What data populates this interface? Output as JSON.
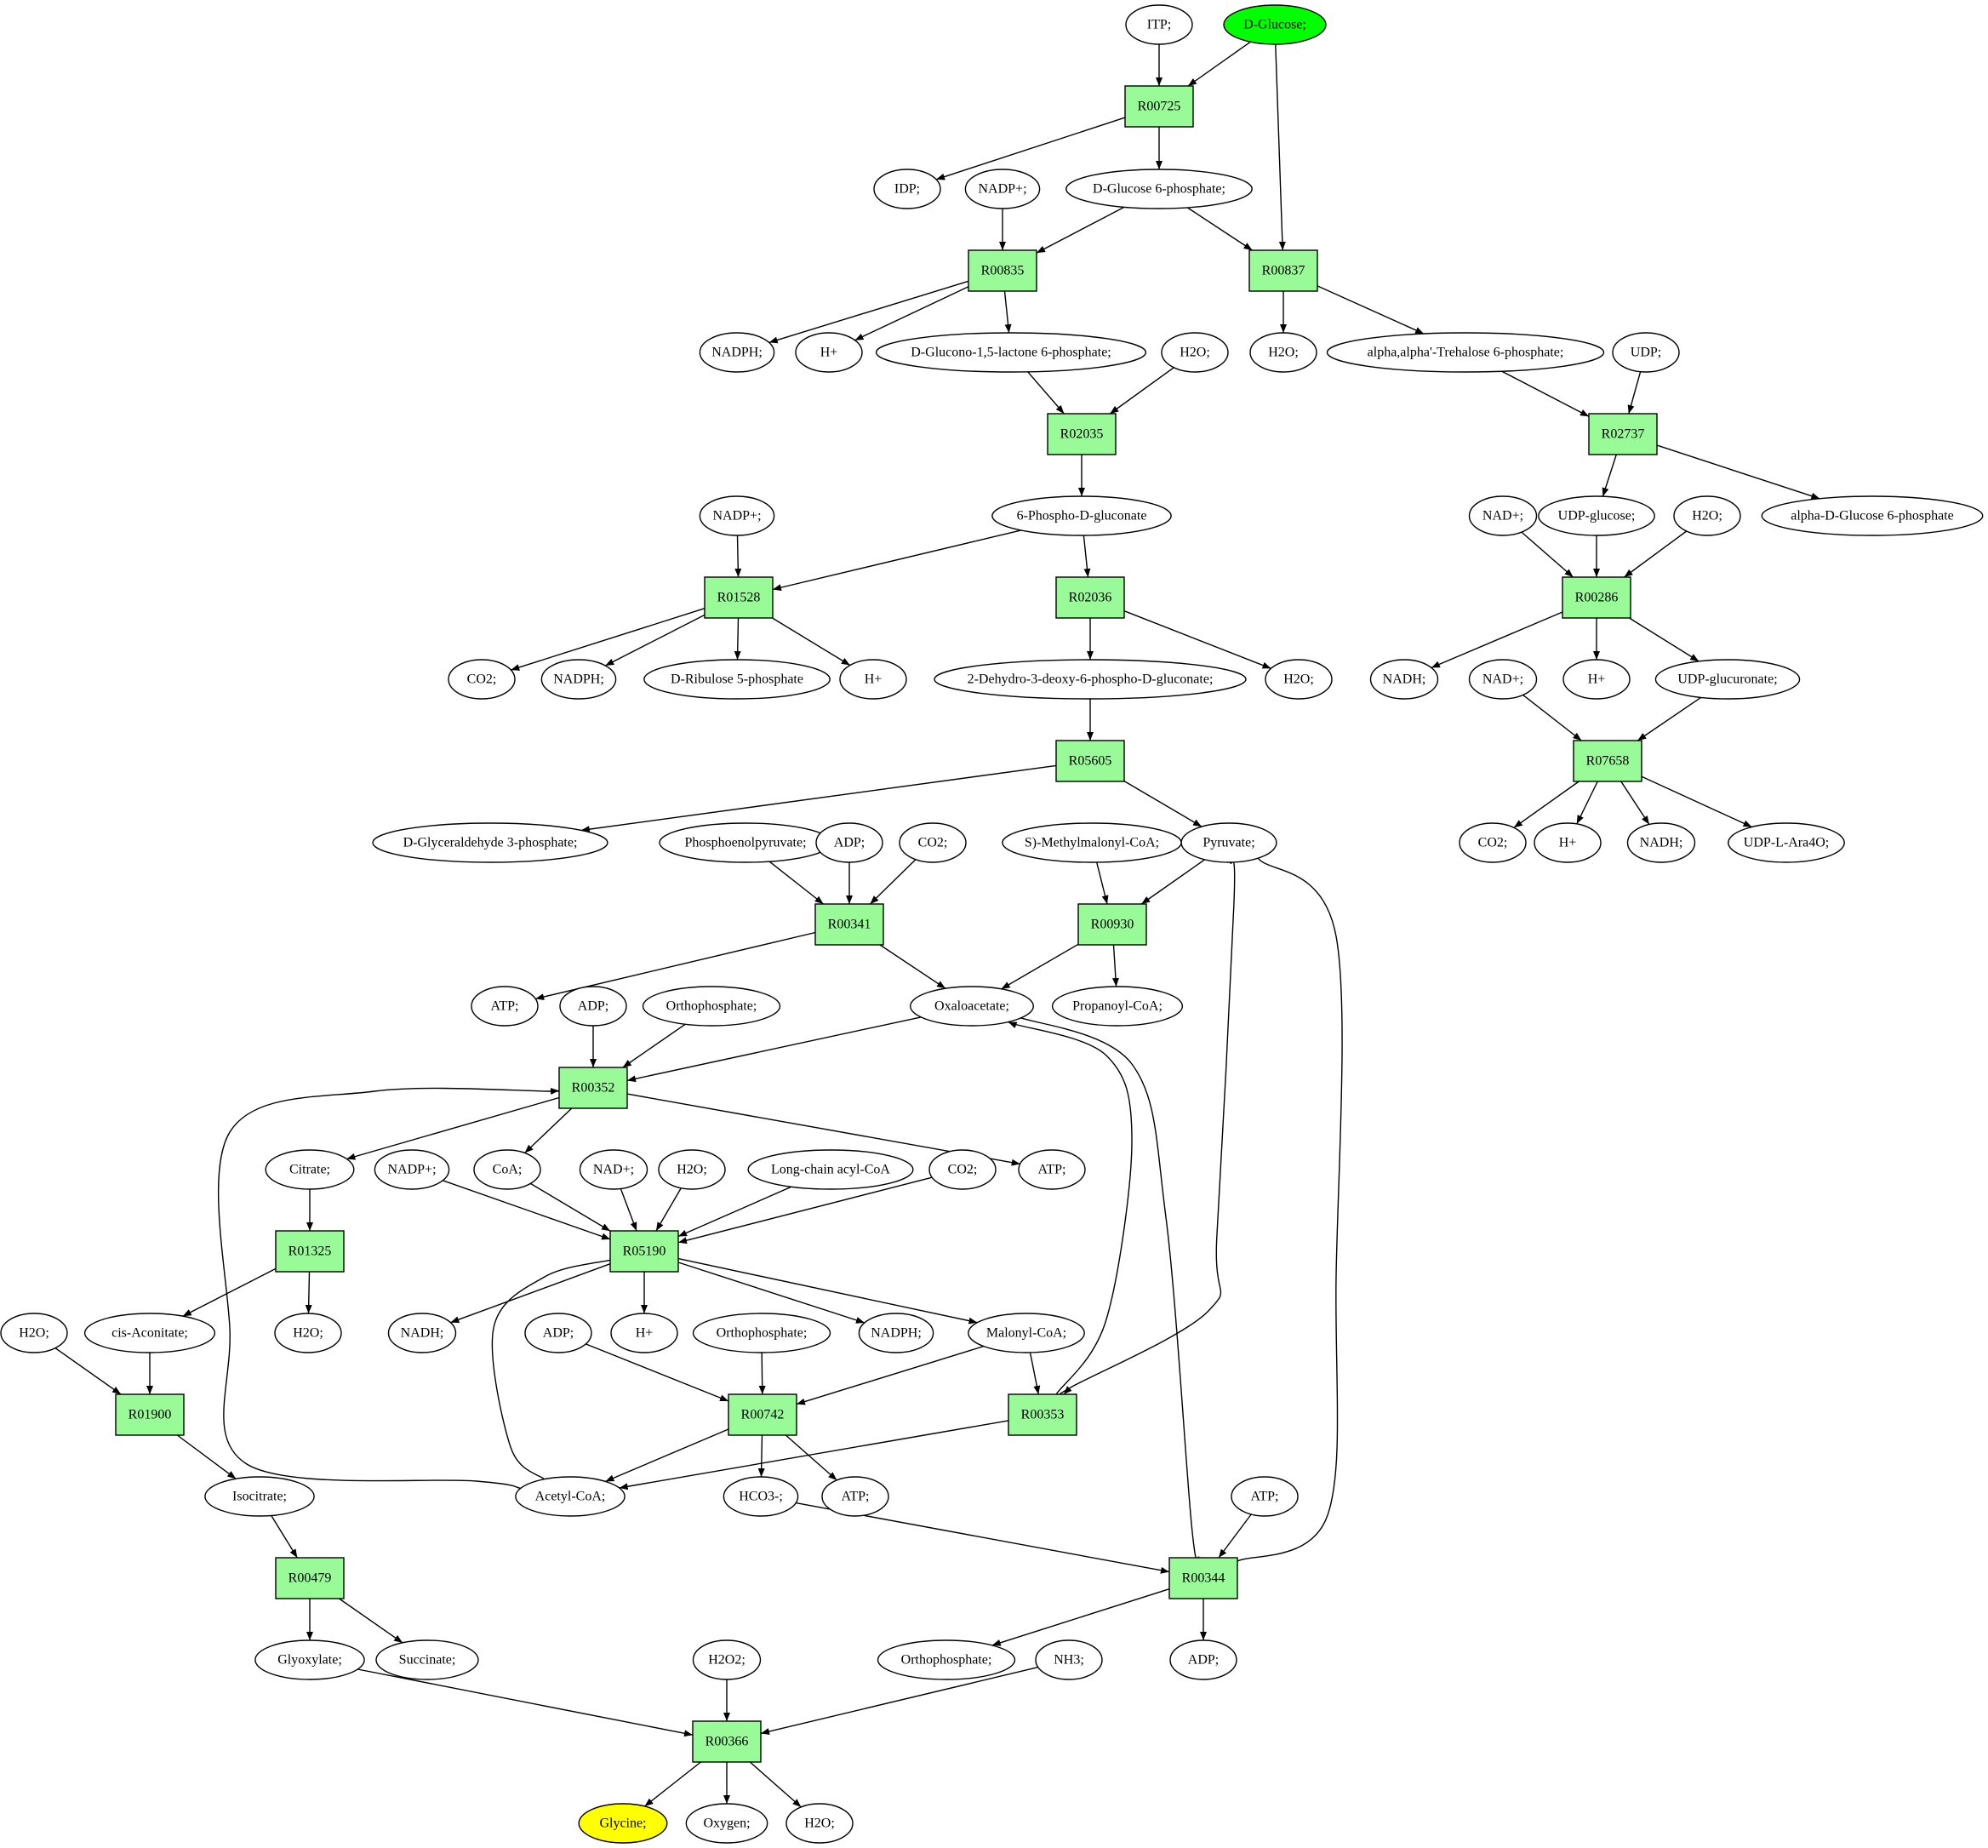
{
  "colors": {
    "reaction_fill": "#98fb98",
    "compound_fill": "#ffffff",
    "start_fill": "#00ff00",
    "target_fill": "#ffff00",
    "stroke": "#000000"
  },
  "nodes": [
    {
      "id": "itp",
      "label": "ITP;",
      "kind": "compound"
    },
    {
      "id": "dglucose",
      "label": "D-Glucose;",
      "kind": "start"
    },
    {
      "id": "R00725",
      "label": "R00725",
      "kind": "reaction"
    },
    {
      "id": "idp",
      "label": "IDP;",
      "kind": "compound"
    },
    {
      "id": "nadp1",
      "label": "NADP+;",
      "kind": "compound"
    },
    {
      "id": "g6p",
      "label": "D-Glucose 6-phosphate;",
      "kind": "compound"
    },
    {
      "id": "R00835",
      "label": "R00835",
      "kind": "reaction"
    },
    {
      "id": "R00837",
      "label": "R00837",
      "kind": "reaction"
    },
    {
      "id": "nadph1",
      "label": "NADPH;",
      "kind": "compound"
    },
    {
      "id": "hplus1",
      "label": "H+",
      "kind": "compound"
    },
    {
      "id": "glucono",
      "label": "D-Glucono-1,5-lactone 6-phosphate;",
      "kind": "compound"
    },
    {
      "id": "h2o1",
      "label": "H2O;",
      "kind": "compound"
    },
    {
      "id": "h2o2",
      "label": "H2O;",
      "kind": "compound"
    },
    {
      "id": "trehalose",
      "label": "alpha,alpha'-Trehalose 6-phosphate;",
      "kind": "compound"
    },
    {
      "id": "udp",
      "label": "UDP;",
      "kind": "compound"
    },
    {
      "id": "R02035",
      "label": "R02035",
      "kind": "reaction"
    },
    {
      "id": "R02737",
      "label": "R02737",
      "kind": "reaction"
    },
    {
      "id": "nadp2",
      "label": "NADP+;",
      "kind": "compound"
    },
    {
      "id": "pgluconate",
      "label": "6-Phospho-D-gluconate",
      "kind": "compound"
    },
    {
      "id": "nad1",
      "label": "NAD+;",
      "kind": "compound"
    },
    {
      "id": "udpglucose",
      "label": "UDP-glucose;",
      "kind": "compound"
    },
    {
      "id": "h2o3",
      "label": "H2O;",
      "kind": "compound"
    },
    {
      "id": "ag6p",
      "label": "alpha-D-Glucose 6-phosphate",
      "kind": "compound"
    },
    {
      "id": "R01528",
      "label": "R01528",
      "kind": "reaction"
    },
    {
      "id": "R02036",
      "label": "R02036",
      "kind": "reaction"
    },
    {
      "id": "R00286",
      "label": "R00286",
      "kind": "reaction"
    },
    {
      "id": "co2a",
      "label": "CO2;",
      "kind": "compound"
    },
    {
      "id": "nadph2",
      "label": "NADPH;",
      "kind": "compound"
    },
    {
      "id": "ribulose",
      "label": "D-Ribulose 5-phosphate",
      "kind": "compound"
    },
    {
      "id": "hplus2",
      "label": "H+",
      "kind": "compound"
    },
    {
      "id": "kdpg",
      "label": "2-Dehydro-3-deoxy-6-phospho-D-gluconate;",
      "kind": "compound"
    },
    {
      "id": "h2o4",
      "label": "H2O;",
      "kind": "compound"
    },
    {
      "id": "nadh1",
      "label": "NADH;",
      "kind": "compound"
    },
    {
      "id": "nad2",
      "label": "NAD+;",
      "kind": "compound"
    },
    {
      "id": "hplus3",
      "label": "H+",
      "kind": "compound"
    },
    {
      "id": "udpglucuronate",
      "label": "UDP-glucuronate;",
      "kind": "compound"
    },
    {
      "id": "R05605",
      "label": "R05605",
      "kind": "reaction"
    },
    {
      "id": "R07658",
      "label": "R07658",
      "kind": "reaction"
    },
    {
      "id": "gap",
      "label": "D-Glyceraldehyde 3-phosphate;",
      "kind": "compound"
    },
    {
      "id": "pep",
      "label": "Phosphoenolpyruvate;",
      "kind": "compound"
    },
    {
      "id": "adp1",
      "label": "ADP;",
      "kind": "compound"
    },
    {
      "id": "co2b",
      "label": "CO2;",
      "kind": "compound"
    },
    {
      "id": "smmcoa",
      "label": "S)-Methylmalonyl-CoA;",
      "kind": "compound"
    },
    {
      "id": "pyruvate",
      "label": "Pyruvate;",
      "kind": "compound"
    },
    {
      "id": "co2c",
      "label": "CO2;",
      "kind": "compound"
    },
    {
      "id": "hplus4",
      "label": "H+",
      "kind": "compound"
    },
    {
      "id": "nadh2",
      "label": "NADH;",
      "kind": "compound"
    },
    {
      "id": "udpara",
      "label": "UDP-L-Ara4O;",
      "kind": "compound"
    },
    {
      "id": "R00341",
      "label": "R00341",
      "kind": "reaction"
    },
    {
      "id": "R00930",
      "label": "R00930",
      "kind": "reaction"
    },
    {
      "id": "atp1",
      "label": "ATP;",
      "kind": "compound"
    },
    {
      "id": "adp2",
      "label": "ADP;",
      "kind": "compound"
    },
    {
      "id": "ortho1",
      "label": "Orthophosphate;",
      "kind": "compound"
    },
    {
      "id": "oxaloacetate",
      "label": "Oxaloacetate;",
      "kind": "compound"
    },
    {
      "id": "propanoyl",
      "label": "Propanoyl-CoA;",
      "kind": "compound"
    },
    {
      "id": "R00352",
      "label": "R00352",
      "kind": "reaction"
    },
    {
      "id": "citrate",
      "label": "Citrate;",
      "kind": "compound"
    },
    {
      "id": "nadp3",
      "label": "NADP+;",
      "kind": "compound"
    },
    {
      "id": "coa",
      "label": "CoA;",
      "kind": "compound"
    },
    {
      "id": "nad3",
      "label": "NAD+;",
      "kind": "compound"
    },
    {
      "id": "h2o5",
      "label": "H2O;",
      "kind": "compound"
    },
    {
      "id": "lcacoa",
      "label": "Long-chain acyl-CoA",
      "kind": "compound"
    },
    {
      "id": "co2d",
      "label": "CO2;",
      "kind": "compound"
    },
    {
      "id": "atp2",
      "label": "ATP;",
      "kind": "compound"
    },
    {
      "id": "R01325",
      "label": "R01325",
      "kind": "reaction"
    },
    {
      "id": "R05190",
      "label": "R05190",
      "kind": "reaction"
    },
    {
      "id": "h2o6",
      "label": "H2O;",
      "kind": "compound"
    },
    {
      "id": "cisaconitate",
      "label": "cis-Aconitate;",
      "kind": "compound"
    },
    {
      "id": "h2o7",
      "label": "H2O;",
      "kind": "compound"
    },
    {
      "id": "nadh3",
      "label": "NADH;",
      "kind": "compound"
    },
    {
      "id": "adp3",
      "label": "ADP;",
      "kind": "compound"
    },
    {
      "id": "hplus5",
      "label": "H+",
      "kind": "compound"
    },
    {
      "id": "ortho2",
      "label": "Orthophosphate;",
      "kind": "compound"
    },
    {
      "id": "nadph3",
      "label": "NADPH;",
      "kind": "compound"
    },
    {
      "id": "malonylcoa",
      "label": "Malonyl-CoA;",
      "kind": "compound"
    },
    {
      "id": "R01900",
      "label": "R01900",
      "kind": "reaction"
    },
    {
      "id": "R00742",
      "label": "R00742",
      "kind": "reaction"
    },
    {
      "id": "R00353",
      "label": "R00353",
      "kind": "reaction"
    },
    {
      "id": "isocitrate",
      "label": "Isocitrate;",
      "kind": "compound"
    },
    {
      "id": "acetylcoa",
      "label": "Acetyl-CoA;",
      "kind": "compound"
    },
    {
      "id": "hco3",
      "label": "HCO3-;",
      "kind": "compound"
    },
    {
      "id": "atp3",
      "label": "ATP;",
      "kind": "compound"
    },
    {
      "id": "atp4",
      "label": "ATP;",
      "kind": "compound"
    },
    {
      "id": "R00479",
      "label": "R00479",
      "kind": "reaction"
    },
    {
      "id": "R00344",
      "label": "R00344",
      "kind": "reaction"
    },
    {
      "id": "glyoxylate",
      "label": "Glyoxylate;",
      "kind": "compound"
    },
    {
      "id": "succinate",
      "label": "Succinate;",
      "kind": "compound"
    },
    {
      "id": "h2o2b",
      "label": "H2O2;",
      "kind": "compound"
    },
    {
      "id": "ortho3",
      "label": "Orthophosphate;",
      "kind": "compound"
    },
    {
      "id": "nh3",
      "label": "NH3;",
      "kind": "compound"
    },
    {
      "id": "adp4",
      "label": "ADP;",
      "kind": "compound"
    },
    {
      "id": "R00366",
      "label": "R00366",
      "kind": "reaction"
    },
    {
      "id": "glycine",
      "label": "Glycine;",
      "kind": "target"
    },
    {
      "id": "oxygen",
      "label": "Oxygen;",
      "kind": "compound"
    },
    {
      "id": "h2o8",
      "label": "H2O;",
      "kind": "compound"
    }
  ],
  "edges": [
    [
      "itp",
      "R00725"
    ],
    [
      "dglucose",
      "R00725"
    ],
    [
      "dglucose",
      "R00837"
    ],
    [
      "R00725",
      "idp"
    ],
    [
      "R00725",
      "g6p"
    ],
    [
      "nadp1",
      "R00835"
    ],
    [
      "g6p",
      "R00835"
    ],
    [
      "g6p",
      "R00837"
    ],
    [
      "R00835",
      "nadph1"
    ],
    [
      "R00835",
      "hplus1"
    ],
    [
      "R00835",
      "glucono"
    ],
    [
      "R00837",
      "h2o2"
    ],
    [
      "R00837",
      "trehalose"
    ],
    [
      "glucono",
      "R02035"
    ],
    [
      "h2o1",
      "R02035"
    ],
    [
      "trehalose",
      "R02737"
    ],
    [
      "udp",
      "R02737"
    ],
    [
      "R02035",
      "pgluconate"
    ],
    [
      "R02737",
      "udpglucose"
    ],
    [
      "R02737",
      "ag6p"
    ],
    [
      "nadp2",
      "R01528"
    ],
    [
      "pgluconate",
      "R01528"
    ],
    [
      "pgluconate",
      "R02036"
    ],
    [
      "nad1",
      "R00286"
    ],
    [
      "udpglucose",
      "R00286"
    ],
    [
      "h2o3",
      "R00286"
    ],
    [
      "R01528",
      "co2a"
    ],
    [
      "R01528",
      "nadph2"
    ],
    [
      "R01528",
      "ribulose"
    ],
    [
      "R01528",
      "hplus2"
    ],
    [
      "R02036",
      "kdpg"
    ],
    [
      "R02036",
      "h2o4"
    ],
    [
      "R00286",
      "nadh1"
    ],
    [
      "R00286",
      "hplus3"
    ],
    [
      "R00286",
      "udpglucuronate"
    ],
    [
      "kdpg",
      "R05605"
    ],
    [
      "nad2",
      "R07658"
    ],
    [
      "udpglucuronate",
      "R07658"
    ],
    [
      "R05605",
      "gap"
    ],
    [
      "R05605",
      "pyruvate"
    ],
    [
      "R07658",
      "co2c"
    ],
    [
      "R07658",
      "hplus4"
    ],
    [
      "R07658",
      "nadh2"
    ],
    [
      "R07658",
      "udpara"
    ],
    [
      "pep",
      "R00341"
    ],
    [
      "adp1",
      "R00341"
    ],
    [
      "co2b",
      "R00341"
    ],
    [
      "smmcoa",
      "R00930"
    ],
    [
      "pyruvate",
      "R00930"
    ],
    [
      "R00341",
      "atp1"
    ],
    [
      "R00341",
      "oxaloacetate"
    ],
    [
      "R00930",
      "oxaloacetate"
    ],
    [
      "R00930",
      "propanoyl"
    ],
    [
      "adp2",
      "R00352"
    ],
    [
      "ortho1",
      "R00352"
    ],
    [
      "oxaloacetate",
      "R00352"
    ],
    [
      "R00352",
      "citrate"
    ],
    [
      "R00352",
      "coa"
    ],
    [
      "R00352",
      "atp2"
    ],
    [
      "citrate",
      "R01325"
    ],
    [
      "nadp3",
      "R05190"
    ],
    [
      "coa",
      "R05190"
    ],
    [
      "nad3",
      "R05190"
    ],
    [
      "h2o5",
      "R05190"
    ],
    [
      "lcacoa",
      "R05190"
    ],
    [
      "co2d",
      "R05190"
    ],
    [
      "R01325",
      "cisaconitate"
    ],
    [
      "R01325",
      "h2o6"
    ],
    [
      "R05190",
      "nadh3"
    ],
    [
      "R05190",
      "hplus5"
    ],
    [
      "R05190",
      "nadph3"
    ],
    [
      "R05190",
      "malonylcoa"
    ],
    [
      "R05190",
      "acetylcoa"
    ],
    [
      "h2o7",
      "R01900"
    ],
    [
      "cisaconitate",
      "R01900"
    ],
    [
      "adp3",
      "R00742"
    ],
    [
      "ortho2",
      "R00742"
    ],
    [
      "malonylcoa",
      "R00742"
    ],
    [
      "malonylcoa",
      "R00353"
    ],
    [
      "pyruvate",
      "R00353"
    ],
    [
      "R01900",
      "isocitrate"
    ],
    [
      "R00742",
      "acetylcoa"
    ],
    [
      "R00742",
      "hco3"
    ],
    [
      "R00742",
      "atp3"
    ],
    [
      "R00353",
      "acetylcoa"
    ],
    [
      "R00353",
      "oxaloacetate"
    ],
    [
      "acetylcoa",
      "R00352"
    ],
    [
      "isocitrate",
      "R00479"
    ],
    [
      "hco3",
      "R00344"
    ],
    [
      "atp4",
      "R00344"
    ],
    [
      "pyruvate",
      "R00344"
    ],
    [
      "R00479",
      "glyoxylate"
    ],
    [
      "R00479",
      "succinate"
    ],
    [
      "R00344",
      "ortho3"
    ],
    [
      "R00344",
      "adp4"
    ],
    [
      "R00344",
      "oxaloacetate"
    ],
    [
      "glyoxylate",
      "R00366"
    ],
    [
      "h2o2b",
      "R00366"
    ],
    [
      "nh3",
      "R00366"
    ],
    [
      "R00366",
      "glycine"
    ],
    [
      "R00366",
      "oxygen"
    ],
    [
      "R00366",
      "h2o8"
    ]
  ]
}
